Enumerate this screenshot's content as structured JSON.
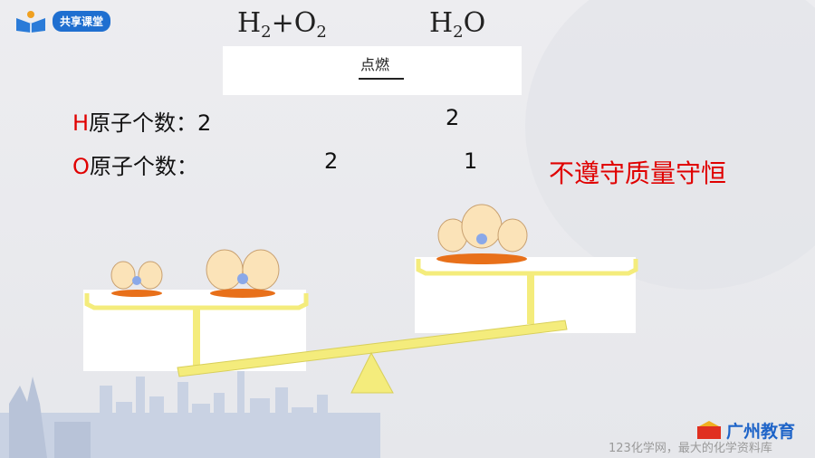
{
  "brand": {
    "badge": "共享课堂"
  },
  "equation": {
    "reactant1": "H",
    "reactant1_sub": "2",
    "plus": "+",
    "reactant2": "O",
    "reactant2_sub": "2",
    "condition": "点燃",
    "product": "H",
    "product_sub": "2",
    "product_tail": "O"
  },
  "rows": {
    "h_element": "H",
    "h_label": "原子个数：",
    "h_left": "2",
    "h_right": "2",
    "o_element": "O",
    "o_label": "原子个数：",
    "o_left": "2",
    "o_right": "1"
  },
  "conclusion": "不遵守质量守恒",
  "footer": {
    "brand": "广州教育",
    "watermark": "123化学网，最大的化学资料库"
  },
  "colors": {
    "accent_red": "#e00000",
    "brand_blue": "#1e64c8",
    "beam_yellow": "#f4ec7c"
  }
}
